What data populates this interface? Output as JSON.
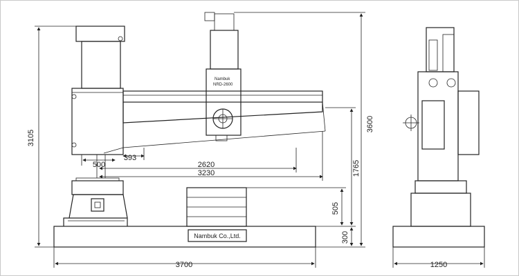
{
  "drawing": {
    "front_label": "Nambuk",
    "front_sublabel": "NRD-2600",
    "base_plate": "Nambuk Co.,Ltd."
  },
  "dimensions": {
    "height_column": "3105",
    "height_total": "3600",
    "height_table_top": "1765",
    "table_height": "505",
    "base_height": "300",
    "offset_500": "500",
    "offset_393": "393",
    "arm_reach_min": "2620",
    "arm_reach_max": "3230",
    "base_length": "3700",
    "base_width": "1250"
  }
}
